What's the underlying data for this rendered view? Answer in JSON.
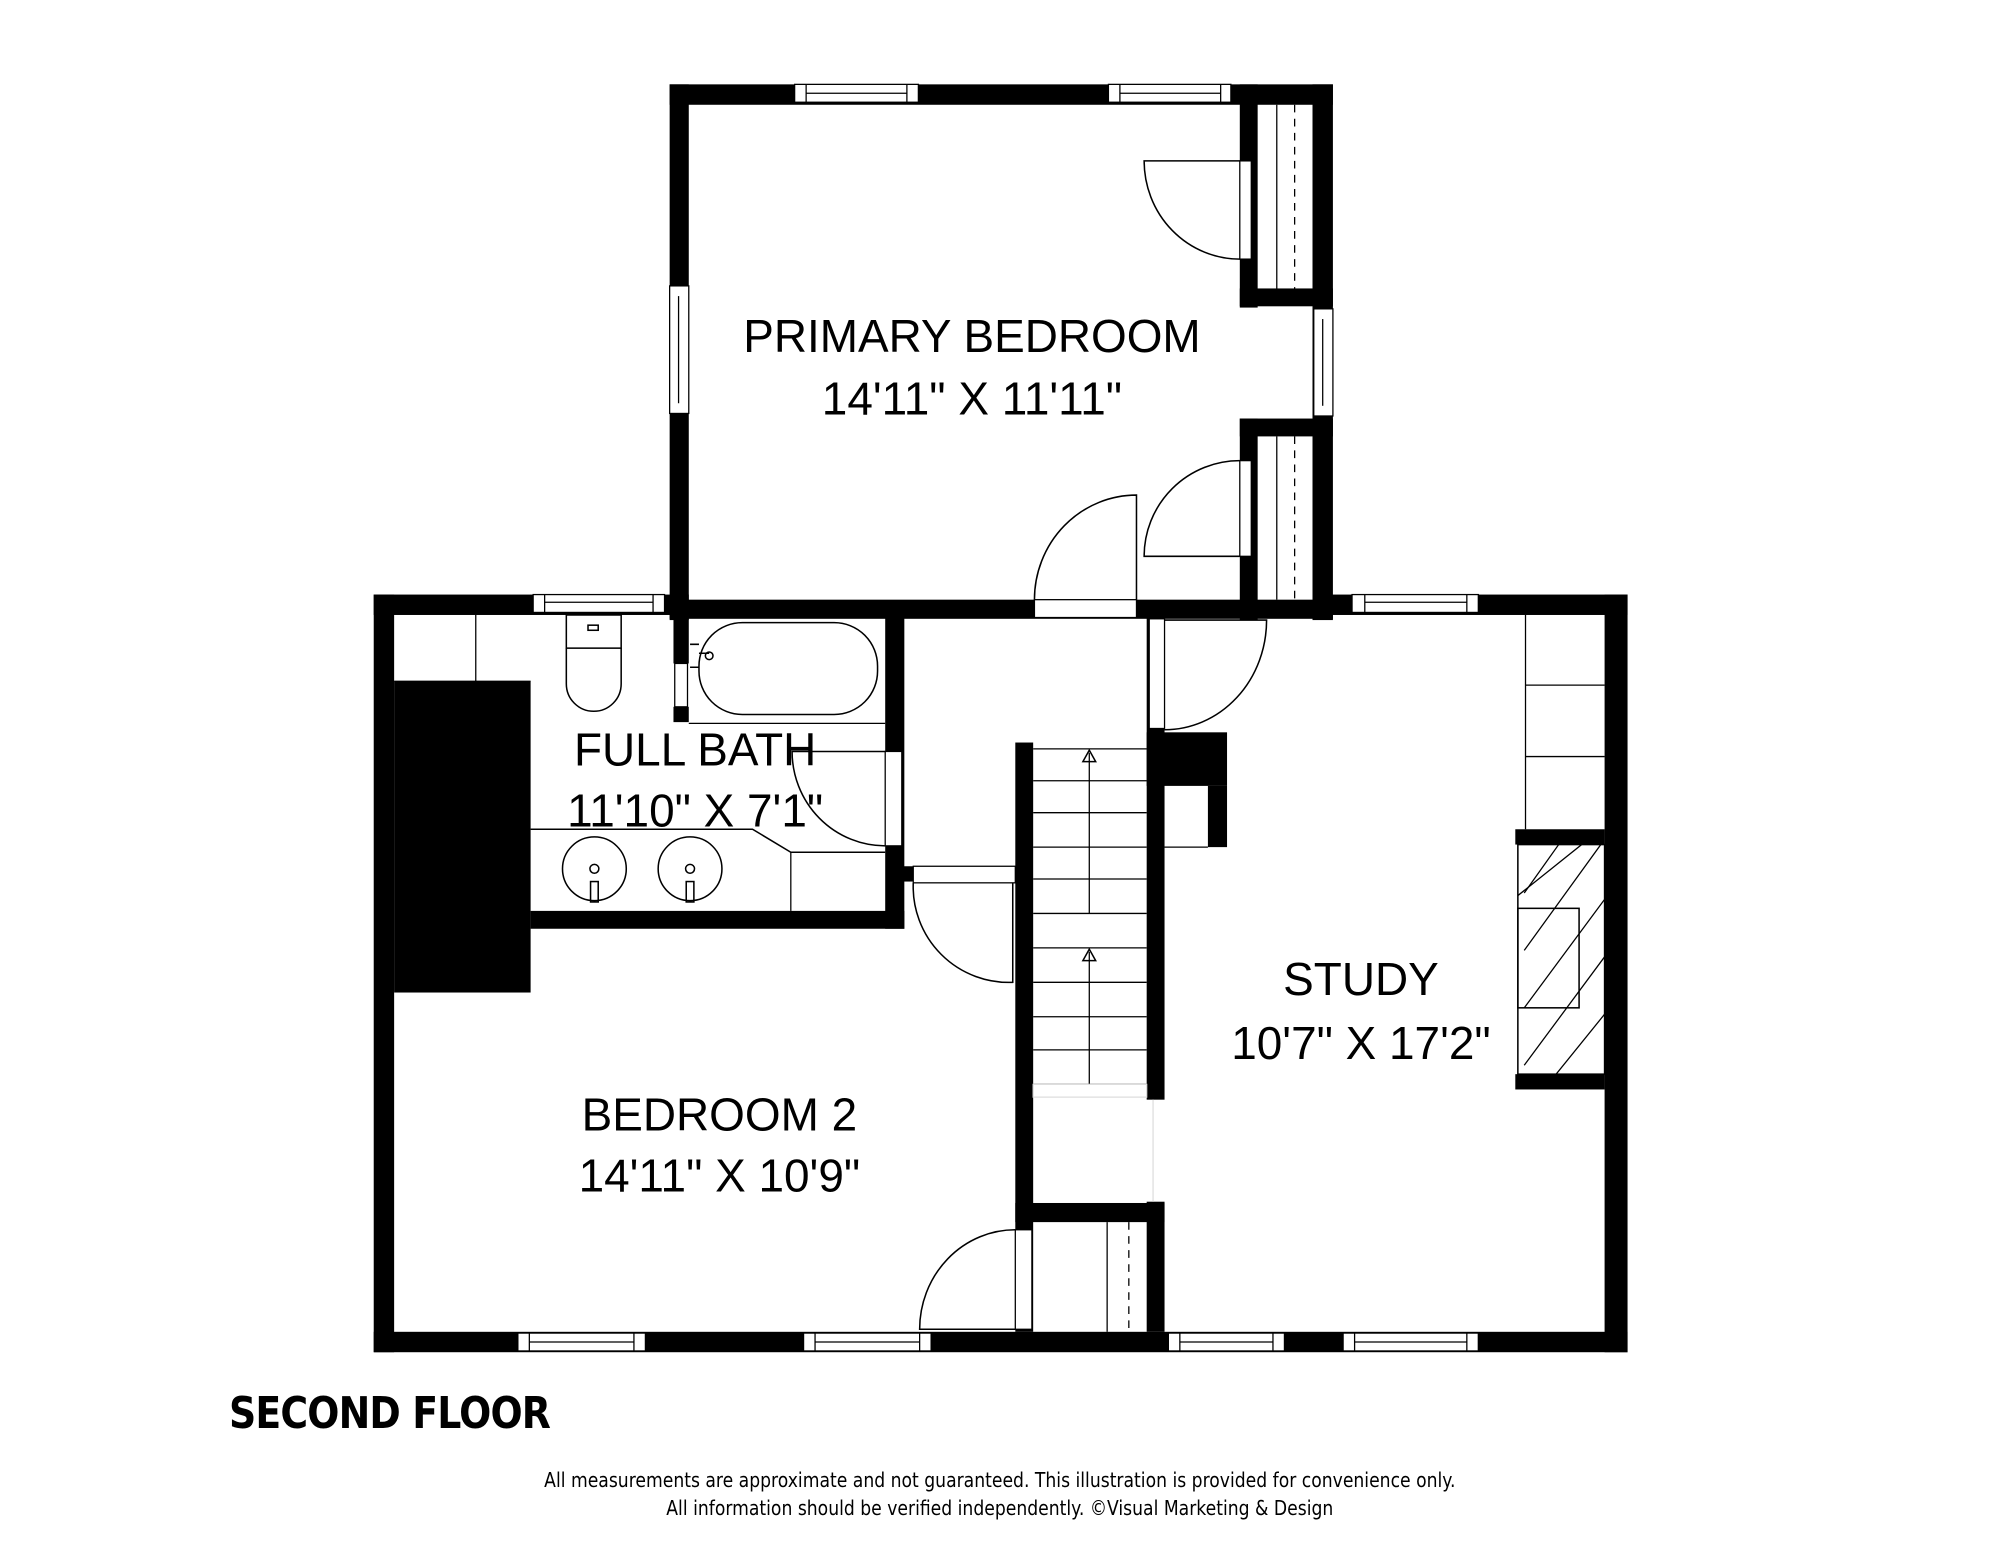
{
  "floor_title": "SECOND FLOOR",
  "rooms": [
    {
      "name": "PRIMARY BEDROOM",
      "dimensions": "14'11\" X 11'11\""
    },
    {
      "name": "FULL BATH",
      "dimensions": "11'10\" X 7'1\""
    },
    {
      "name": "STUDY",
      "dimensions": "10'7\" X 17'2\""
    },
    {
      "name": "BEDROOM 2",
      "dimensions": "14'11\" X 10'9\""
    }
  ],
  "disclaimer": {
    "line1": "All measurements are approximate and not guaranteed. This illustration is provided for convenience only.",
    "line2": "All information should be verified independently. ©Visual Marketing & Design"
  },
  "colors": {
    "walls": "#000000",
    "background": "#ffffff"
  }
}
